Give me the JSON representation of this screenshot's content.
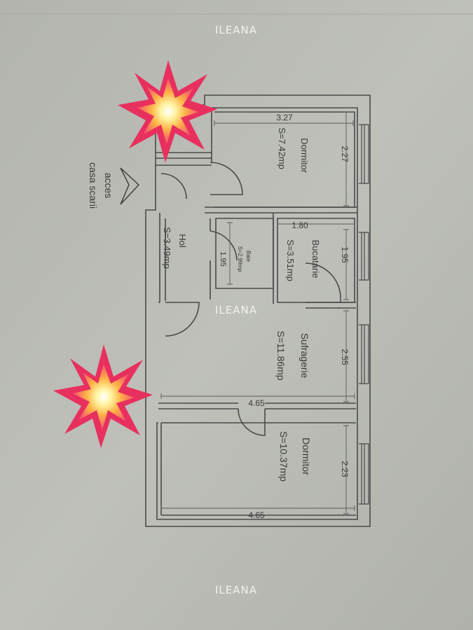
{
  "watermark": "ILEANA",
  "entrance": {
    "line1": "acces",
    "line2": "casa scarii"
  },
  "rooms": {
    "dormitor_top": {
      "name": "Dormitor",
      "area": "S=7.42mp",
      "width": "3.27",
      "depth": "2.27"
    },
    "bucatarie": {
      "name": "Bucatarie",
      "area": "S=3.51mp",
      "width": "1.80",
      "depth": "1.95"
    },
    "baie": {
      "name": "Baie",
      "area": "S=2.99mp",
      "depth": "1.95"
    },
    "hol": {
      "name": "Hol",
      "area": "S=3.49mp"
    },
    "sufragerie": {
      "name": "Sufragerie",
      "area": "S=11.86mp",
      "width": "4.65",
      "depth": "2.55"
    },
    "dormitor_bottom": {
      "name": "Dormitor",
      "area": "S=10.37mp",
      "width": "4.65",
      "depth": "2.23"
    }
  },
  "marker_color": "#e8305f"
}
